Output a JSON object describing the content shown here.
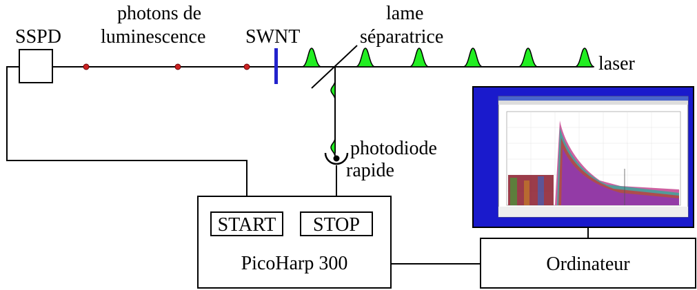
{
  "labels": {
    "ssspd": "SSPD",
    "photons_line1": "photons de",
    "photons_line2": "luminescence",
    "swnt": "SWNT",
    "lame_line1": "lame",
    "lame_line2": "séparatrice",
    "laser": "laser",
    "photodiode_line1": "photodiode",
    "photodiode_line2": "rapide",
    "start": "START",
    "stop": "STOP",
    "picoharp": "PicoHarp 300",
    "ordinateur": "Ordinateur"
  },
  "colors": {
    "pulse_fill": "#22ee22",
    "photon_dot": "#cc2222",
    "swnt_bar": "#2222cc",
    "monitor_frame": "#1a1acc",
    "monitor_screen": "#ffffff"
  },
  "icons": {
    "photodiode": "photodiode-icon",
    "monitor": "monitor-icon",
    "pulse": "laser-pulse-icon"
  }
}
